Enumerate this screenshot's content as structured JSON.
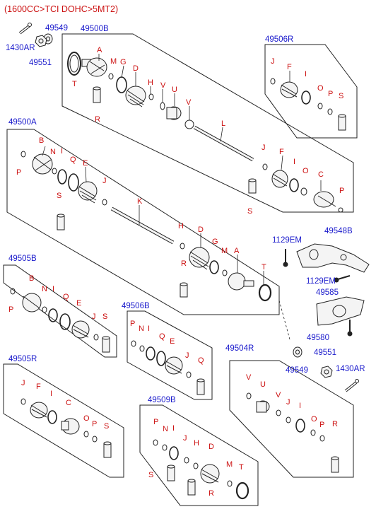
{
  "header": {
    "spec": "(1600CC>TCI DOHC>5MT2)"
  },
  "assemblies": {
    "a_49500B": "49500B",
    "a_49500A": "49500A",
    "a_49506R": "49506R",
    "a_49505B": "49505B",
    "a_49506B": "49506B",
    "a_49505R": "49505R",
    "a_49509B": "49509B",
    "a_49504R": "49504R"
  },
  "parts": {
    "p_1430AR_top": "1430AR",
    "p_49549_top": "49549",
    "p_49551_top": "49551",
    "p_1129EM_a": "1129EM",
    "p_1129EM_b": "1129EM",
    "p_49548B": "49548B",
    "p_49585": "49585",
    "p_49580": "49580",
    "p_49551_right": "49551",
    "p_1430AR_right": "1430AR",
    "p_49549_mid": "49549"
  },
  "letters": {
    "A": "A",
    "B": "B",
    "C": "C",
    "D": "D",
    "E": "E",
    "F": "F",
    "G": "G",
    "H": "H",
    "I": "I",
    "J": "J",
    "K": "K",
    "L": "L",
    "M": "M",
    "N": "N",
    "O": "O",
    "P": "P",
    "Q": "Q",
    "R": "R",
    "S": "S",
    "T": "T",
    "U": "U",
    "V": "V"
  }
}
